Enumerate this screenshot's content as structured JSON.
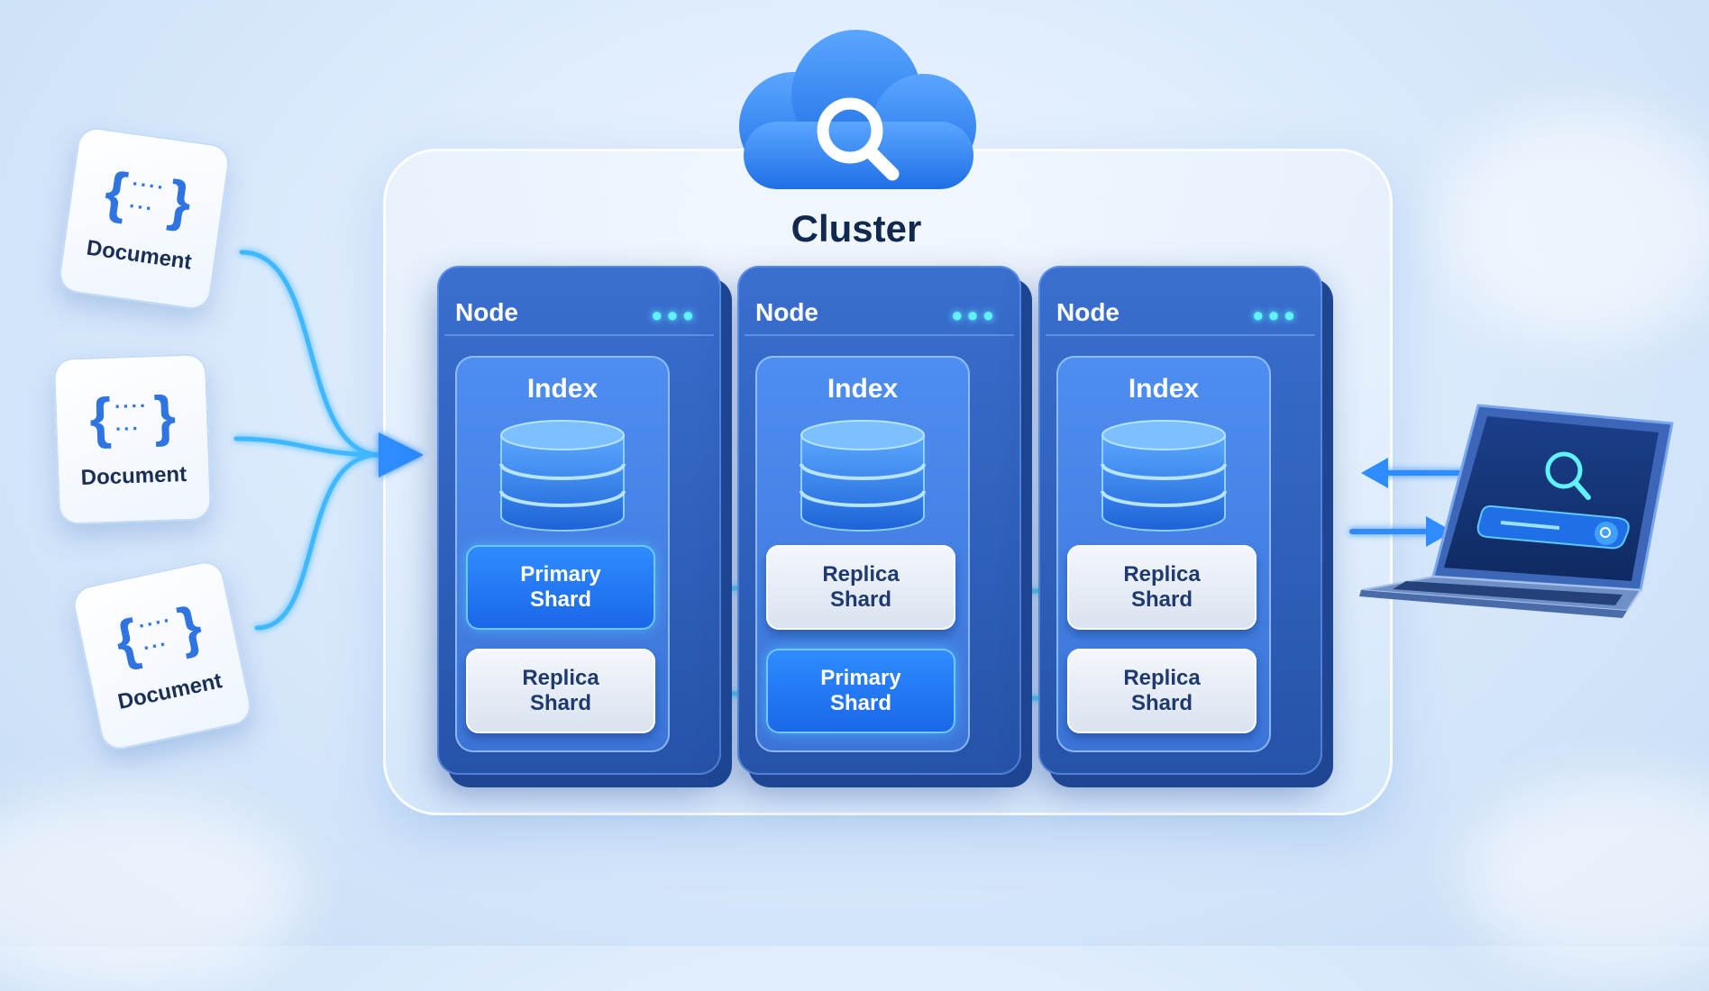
{
  "documents": [
    {
      "label": "Document"
    },
    {
      "label": "Document"
    },
    {
      "label": "Document"
    }
  ],
  "cluster": {
    "title": "Cluster"
  },
  "nodes": [
    {
      "header": "Node",
      "index_label": "Index",
      "top_shard": {
        "line1": "Primary",
        "line2": "Shard",
        "kind": "primary"
      },
      "bottom_shard": {
        "line1": "Replica",
        "line2": "Shard",
        "kind": "replica"
      }
    },
    {
      "header": "Node",
      "index_label": "Index",
      "top_shard": {
        "line1": "Replica",
        "line2": "Shard",
        "kind": "replica"
      },
      "bottom_shard": {
        "line1": "Primary",
        "line2": "Shard",
        "kind": "primary"
      }
    },
    {
      "header": "Node",
      "index_label": "Index",
      "top_shard": {
        "line1": "Replica",
        "line2": "Shard",
        "kind": "replica"
      },
      "bottom_shard": {
        "line1": "Replica",
        "line2": "Shard",
        "kind": "replica"
      }
    }
  ],
  "icons": {
    "cloud": "cloud-search-icon",
    "database": "database-icon",
    "laptop": "laptop-search-icon",
    "document": "json-document-icon"
  },
  "colors": {
    "primary_shard": "#1a67e8",
    "replica_shard": "#d9e2ef",
    "node": "#2653a8",
    "index_panel": "#3c74d8",
    "accent_glow": "#5ef3ff",
    "title_text": "#12294f"
  }
}
